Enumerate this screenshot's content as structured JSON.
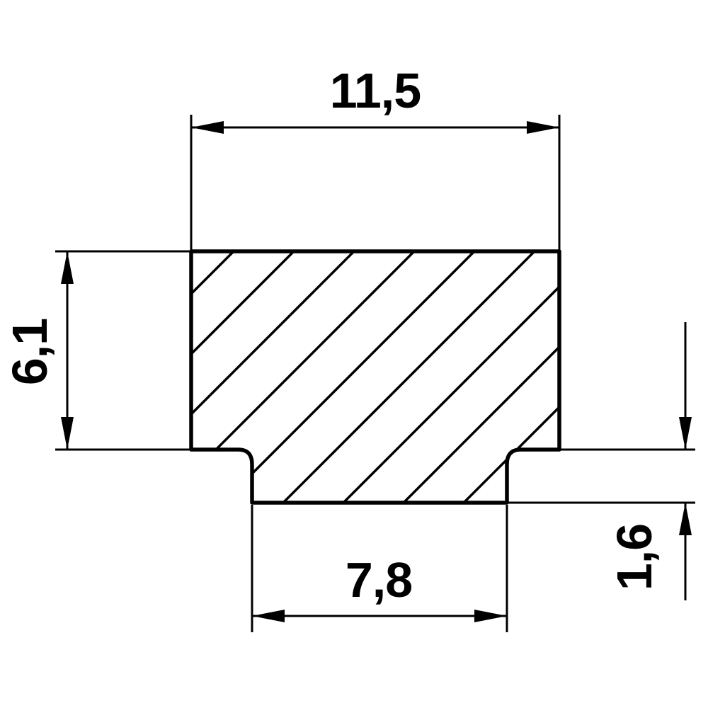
{
  "drawing": {
    "type": "technical-cross-section",
    "dimensions": {
      "top_width": "11,5",
      "left_height": "6,1",
      "bottom_width": "7,8",
      "right_step_height": "1,6"
    },
    "style": {
      "line_color": "#000000",
      "background_color": "#ffffff",
      "hatch": "45-degree diagonal section hatching"
    }
  }
}
